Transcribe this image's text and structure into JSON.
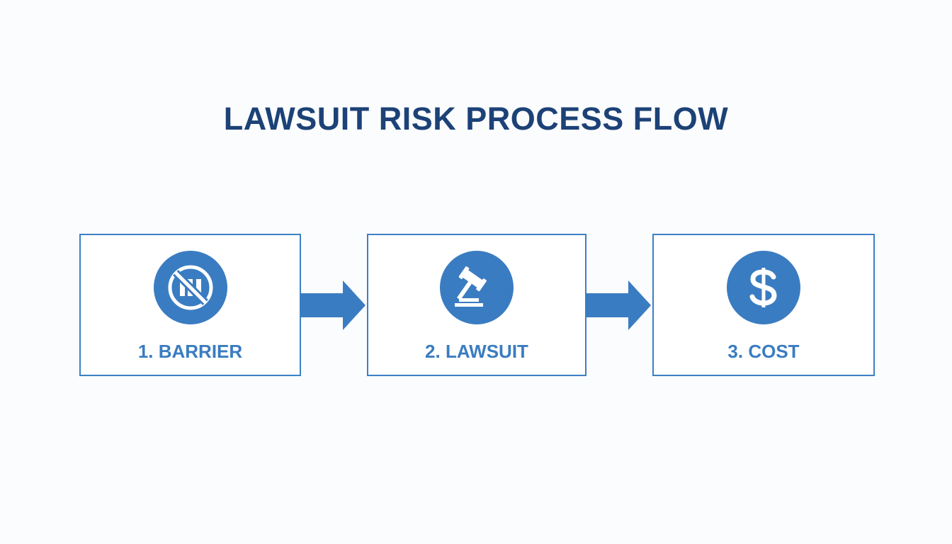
{
  "title": "LAWSUIT RISK PROCESS FLOW",
  "colors": {
    "title": "#1c4277",
    "accent": "#3a7cc1",
    "border": "#3c80c4"
  },
  "steps": [
    {
      "label": "1. BARRIER",
      "icon": "no-access-icon"
    },
    {
      "label": "2. LAWSUIT",
      "icon": "gavel-icon"
    },
    {
      "label": "3. COST",
      "icon": "dollar-icon"
    }
  ]
}
